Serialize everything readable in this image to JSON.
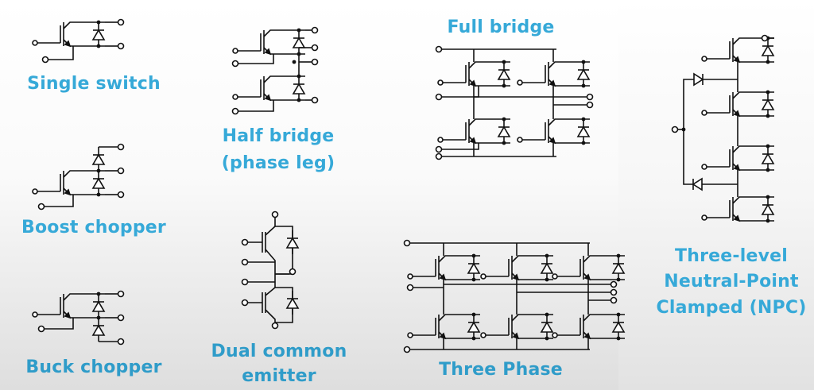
{
  "accent_color": "#36a9d8",
  "topologies": {
    "single_switch": "Single switch",
    "boost_chopper": "Boost chopper",
    "buck_chopper": "Buck chopper",
    "half_bridge_1": "Half bridge",
    "half_bridge_2": "(phase leg)",
    "dual_common_emitter_1": "Dual common",
    "dual_common_emitter_2": "emitter",
    "full_bridge": "Full bridge",
    "three_phase": "Three Phase",
    "npc_1": "Three-level",
    "npc_2": "Neutral-Point",
    "npc_3": "Clamped (NPC)"
  }
}
